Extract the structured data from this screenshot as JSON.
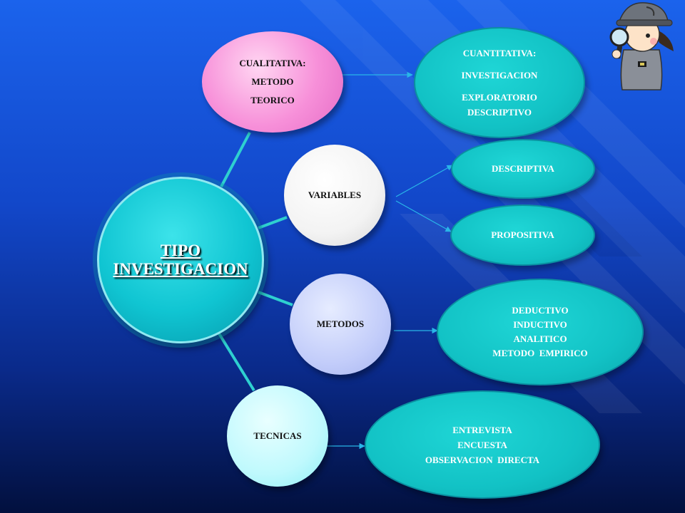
{
  "center": {
    "lines": [
      "TIPO",
      "INVESTIGACION"
    ]
  },
  "branches": [
    {
      "lines": [
        "CUALITATIVA:",
        "METODO",
        "TEORICO"
      ]
    },
    {
      "lines": [
        "VARIABLES"
      ]
    },
    {
      "lines": [
        "METODOS"
      ]
    },
    {
      "lines": [
        "TECNICAS"
      ]
    }
  ],
  "leaves": [
    {
      "lines": [
        "CUANTITATIVA:",
        "",
        "INVESTIGACION",
        "",
        "EXPLORATORIO",
        "DESCRIPTIVO"
      ]
    },
    {
      "lines": [
        "DESCRIPTIVA"
      ]
    },
    {
      "lines": [
        "PROPOSITIVA"
      ]
    },
    {
      "lines": [
        "DEDUCTIVO",
        "INDUCTIVO",
        "ANALITICO",
        "METODO  EMPIRICO"
      ]
    },
    {
      "lines": [
        "ENTREVISTA",
        "ENCUESTA",
        "OBSERVACION  DIRECTA"
      ]
    }
  ],
  "colors": {
    "background_top": "#1b63ec",
    "background_bottom": "#02103e",
    "center_fill": "#10c5d2",
    "leaf_fill": "#12c2c5",
    "connector": "#2ed0d0",
    "arrow": "#29b6e8"
  },
  "icons": {
    "mascot": "detective-girl-with-magnifier-icon"
  }
}
